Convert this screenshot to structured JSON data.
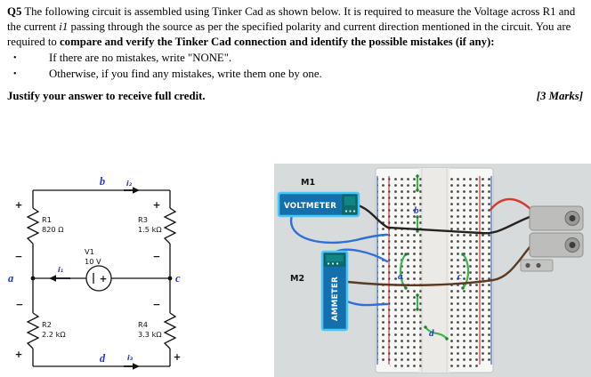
{
  "question": {
    "q_label": "Q5",
    "intro_1": " The following circuit is assembled using Tinker Cad as shown below. It is required to measure the Voltage across R1 and the current ",
    "current_symbol": "i1",
    "intro_2": " passing through the source as per the specified polarity and current direction mentioned in the circuit. You are required to ",
    "bold_requirement": "compare and verify the Tinker Cad connection and identify the possible mistakes (if any):",
    "bullet_char": "•",
    "bullets": [
      "If there are no mistakes, write \"NONE\".",
      "Otherwise, if you find any mistakes, write them one by one."
    ],
    "justify": "Justify your answer to receive full credit.",
    "marks": "[3 Marks]"
  },
  "circuit": {
    "r1_name": "R1",
    "r1_value": "820 Ω",
    "r2_name": "R2",
    "r2_value": "2.2 kΩ",
    "r3_name": "R3",
    "r3_value": "1.5 kΩ",
    "r4_name": "R4",
    "r4_value": "3.3 kΩ",
    "v1_name": "V1",
    "v1_value": "10 V",
    "node_a": "a",
    "node_b": "b",
    "node_c": "c",
    "node_d": "d",
    "i1": "i₁",
    "i2": "i₂",
    "i3": "i₃",
    "plus": "+",
    "minus": "−",
    "source_plus": "+"
  },
  "tinkercad": {
    "m1": "M1",
    "m2": "M2",
    "voltmeter_label": "VOLTMETER",
    "ammeter_label": "AMMETER",
    "node_a": "a",
    "node_b": "b",
    "node_c": "c",
    "node_d": "d"
  },
  "colors": {
    "node_label_blue": "#2033d6",
    "meter_body_blue": "#1470ad",
    "meter_border_cyan": "#45c8f5",
    "display_teal": "#0d6d6d",
    "jumper_green": "#3cb54a",
    "lead_blue": "#2f6fd8",
    "lead_red": "#d23b2f",
    "workspace_gray": "#d8dbdc"
  }
}
